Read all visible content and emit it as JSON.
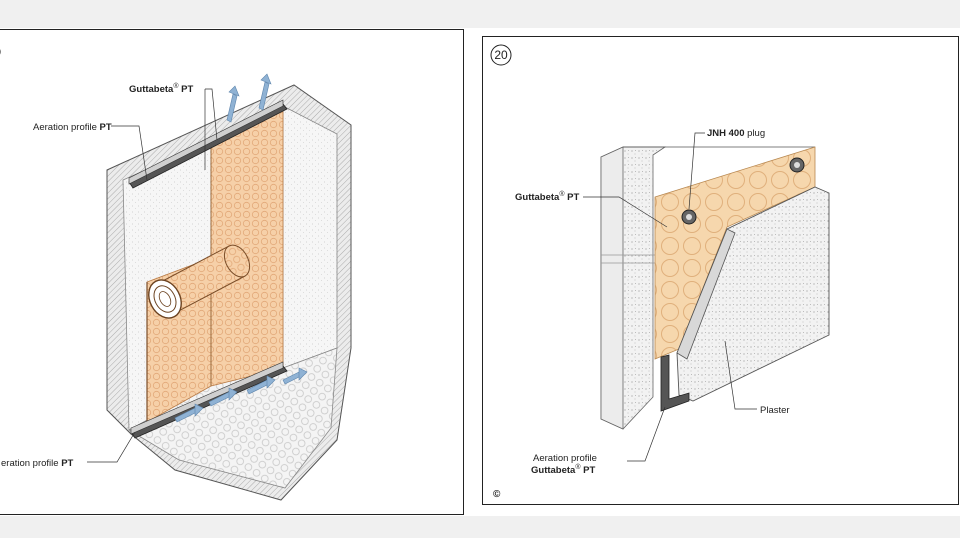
{
  "colors": {
    "membrane": "#f6d0a8",
    "membrane_pattern": "#e2a979",
    "wall": "#f4f4f4",
    "wall_edge": "#c8c8c8",
    "profile": "#555555",
    "airflow": "#8fb2d4",
    "plaster": "#eeeeee",
    "frame": "#222222",
    "band": "#f0f0f0"
  },
  "left_figure": {
    "number_fragment": ")",
    "labels": {
      "guttabeta_top": {
        "name": "Guttabeta",
        "reg": "®",
        "suffix": "PT"
      },
      "aeration_top": {
        "text": "Aeration profile",
        "bold": "PT"
      },
      "aeration_bottom": {
        "text": "eration profile",
        "bold": "PT"
      }
    }
  },
  "right_figure": {
    "number": "20",
    "labels": {
      "jnh_plug": {
        "bold": "JNH 400",
        "text": "plug"
      },
      "guttabeta": {
        "name": "Guttabeta",
        "reg": "®",
        "suffix": "PT"
      },
      "plaster": "Plaster",
      "aeration_line1": "Aeration profile",
      "aeration_line2": {
        "name": "Guttabeta",
        "reg": "®",
        "suffix": "PT"
      },
      "copyright": "©"
    }
  }
}
